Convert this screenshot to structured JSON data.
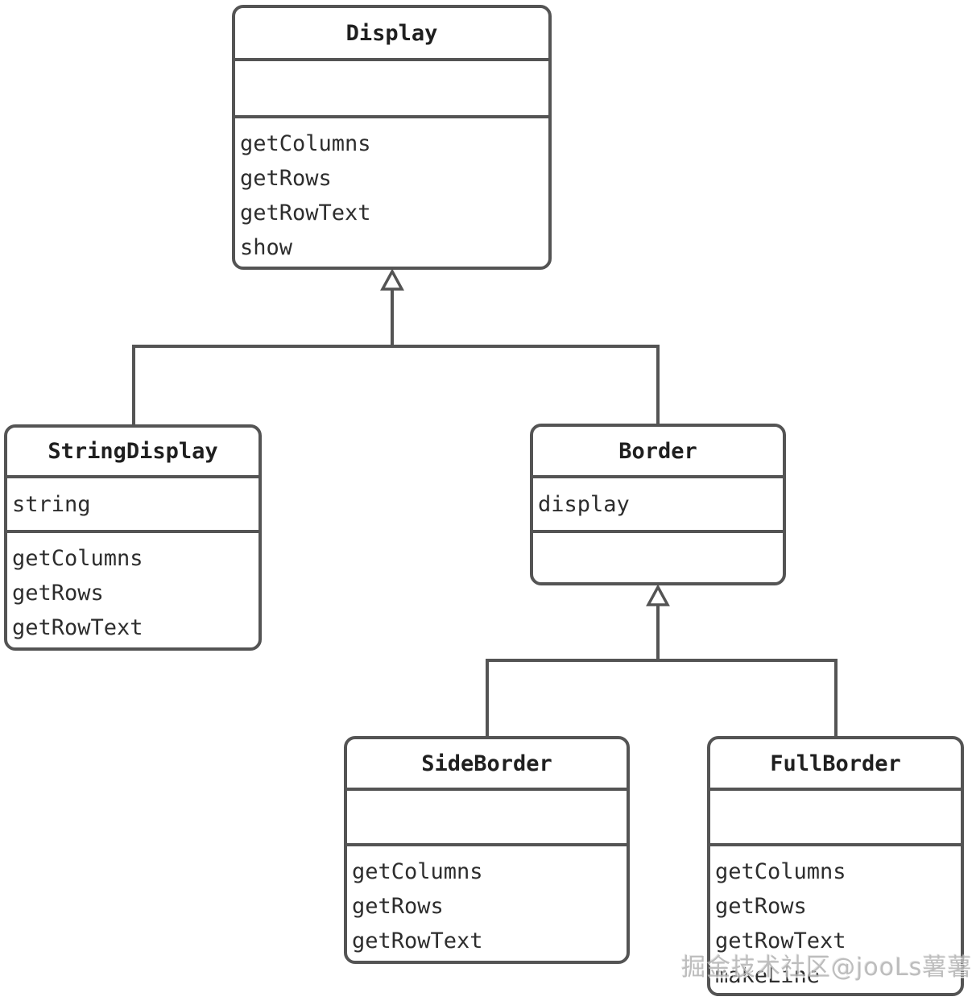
{
  "diagram": {
    "type": "uml-class-diagram",
    "classes": [
      {
        "name": "Display",
        "attributes": [],
        "methods": [
          "getColumns",
          "getRows",
          "getRowText",
          "show"
        ]
      },
      {
        "name": "StringDisplay",
        "attributes": [
          "string"
        ],
        "methods": [
          "getColumns",
          "getRows",
          "getRowText"
        ]
      },
      {
        "name": "Border",
        "attributes": [
          "display"
        ],
        "methods": []
      },
      {
        "name": "SideBorder",
        "attributes": [],
        "methods": [
          "getColumns",
          "getRows",
          "getRowText"
        ]
      },
      {
        "name": "FullBorder",
        "attributes": [],
        "methods": [
          "getColumns",
          "getRows",
          "getRowText",
          "makeLine"
        ]
      }
    ],
    "relations": [
      {
        "type": "generalization",
        "parent": "Display",
        "children": [
          "StringDisplay",
          "Border"
        ]
      },
      {
        "type": "generalization",
        "parent": "Border",
        "children": [
          "SideBorder",
          "FullBorder"
        ]
      }
    ],
    "watermark": "掘金技术社区@jooLs薯薯熹",
    "colors": {
      "stroke": "#545454",
      "text": "#2d2d2d",
      "watermark": "#b5b5b5"
    }
  }
}
